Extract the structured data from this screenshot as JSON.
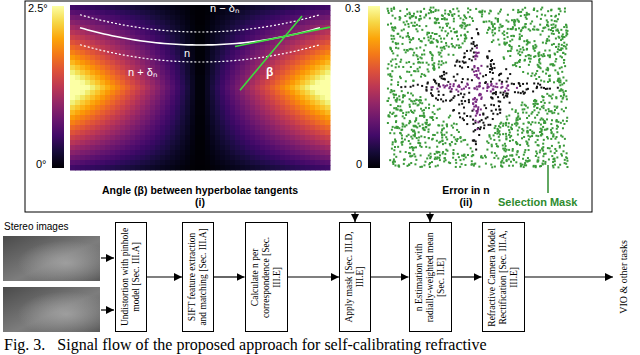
{
  "diagram": {
    "caption": "Fig. 3.   Signal flow of the proposed approach for self-calibrating refractive",
    "nodes": [
      {
        "text": [
          "Angle (β) between hyperbolae tangents",
          "(i)"
        ]
      },
      {
        "text": [
          "Error in n",
          "(ii)"
        ]
      },
      {
        "text": [
          "Undistortion with pinhole model [Sec. III.A]"
        ]
      },
      {
        "text": [
          "SIFT feature extraction and matching [Sec. III.A]"
        ]
      },
      {
        "text": [
          "Calculate n per correspondence [Sec. III.E]"
        ]
      },
      {
        "text": [
          "Apply mask [Sec. III.D, III.E]"
        ]
      },
      {
        "text": [
          "n Estimation with radially-weighted mean [Sec. II.E]"
        ]
      },
      {
        "text": [
          "Refractive Camera Model Rectification [Sec. III.A, III.E]"
        ]
      }
    ],
    "edges": [
      {
        "from": 2,
        "to": 3,
        "arrow": "to"
      },
      {
        "from": 3,
        "to": 4,
        "arrow": "to"
      },
      {
        "from": 4,
        "to": 5,
        "arrow": "to"
      },
      {
        "from": 5,
        "to": 6,
        "arrow": "to"
      },
      {
        "from": 6,
        "to": 7,
        "arrow": "to"
      },
      {
        "from": 1,
        "to": 5,
        "arrow": "to"
      },
      {
        "from": 1,
        "to": 6,
        "arrow": "to"
      }
    ],
    "labels": [
      "2.5°",
      "0°",
      "n − δₙ",
      "n",
      "n + δₙ",
      "β",
      "0.3",
      "0",
      "Selection Mask",
      "Stereo images",
      "VIO & other tasks"
    ]
  }
}
